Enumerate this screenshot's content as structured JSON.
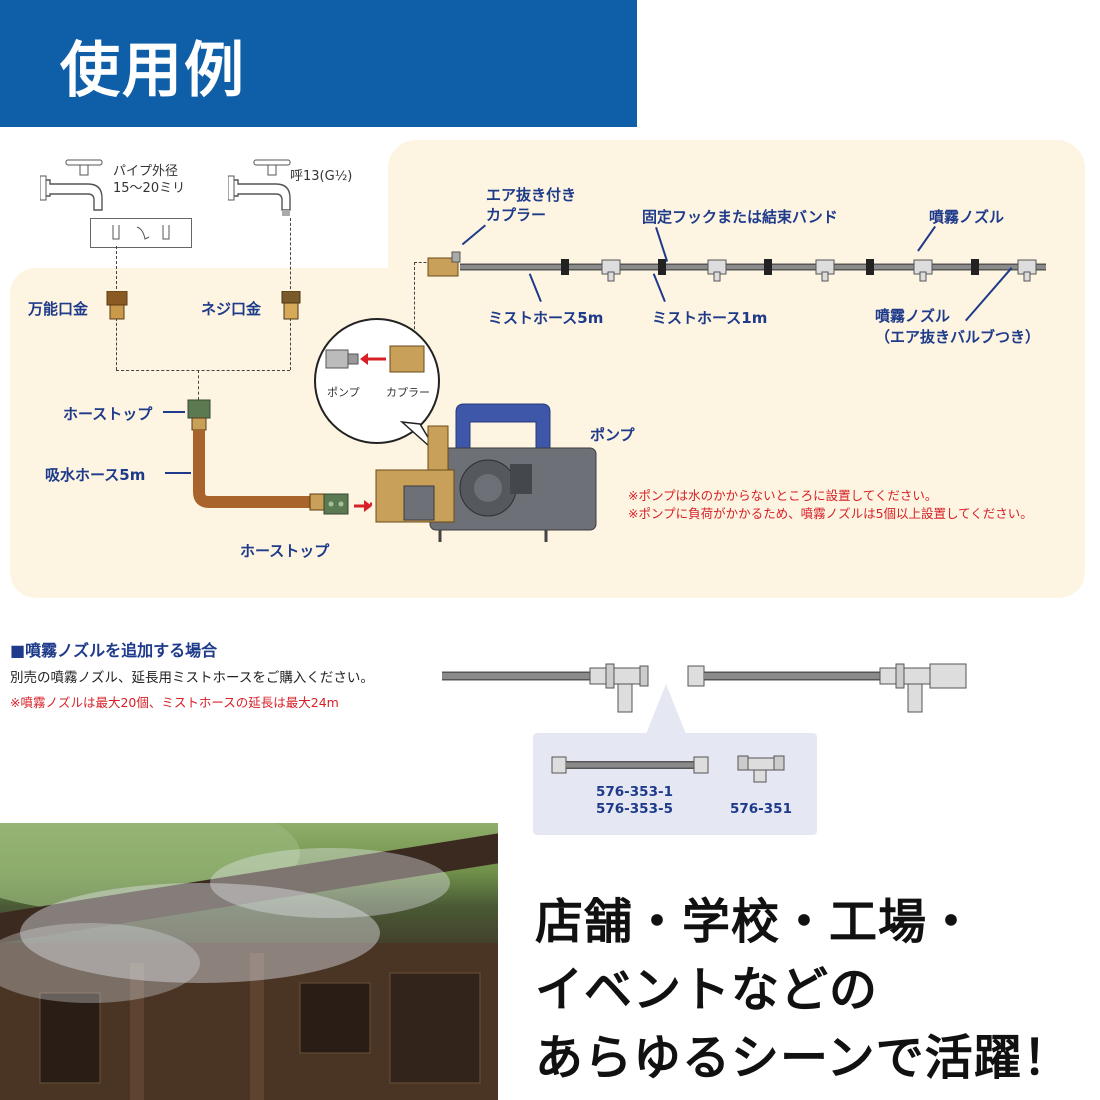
{
  "header": {
    "title": "使用例"
  },
  "faucets": {
    "left_label": "パイプ外径\n15〜20ミリ",
    "right_label": "呼13(G½)"
  },
  "fittings": {
    "universal": "万能口金",
    "screw": "ネジ口金",
    "hose_stop_top": "ホーストップ",
    "intake_hose": "吸水ホース5m",
    "hose_stop_bottom": "ホーストップ"
  },
  "line": {
    "air_coupler": "エア抜き付き\nカプラー",
    "fixing_hook": "固定フックまたは結束バンド",
    "mist_nozzle": "噴霧ノズル",
    "mist_hose_5m": "ミストホース5m",
    "mist_hose_1m": "ミストホース1m",
    "nozzle_valve": "噴霧ノズル\n（エア抜きバルブつき）"
  },
  "inset": {
    "pump": "ポンプ",
    "coupler": "カプラー"
  },
  "pump_label": "ポンプ",
  "notes": [
    "※ポンプは水のかからないところに設置してください。",
    "※ポンプに負荷がかかるため、噴霧ノズルは5個以上設置してください。"
  ],
  "addon": {
    "title": "■噴霧ノズルを追加する場合",
    "desc": "別売の噴霧ノズル、延長用ミストホースをご購入ください。",
    "limit": "※噴霧ノズルは最大20個、ミストホースの延長は最大24m"
  },
  "parts": {
    "hose_code_1": "576-353-1",
    "hose_code_5": "576-353-5",
    "nozzle_code": "576-351"
  },
  "slogan": {
    "line1": "店舗・学校・工場・",
    "line2": "イベントなどの",
    "line3": "あらゆるシーンで活躍！"
  },
  "colors": {
    "header": "#0f5fa8",
    "panel": "#fdf5e1",
    "label": "#1e3a8a",
    "note": "#d61f26",
    "pump_blue": "#3e57a8",
    "parts_box": "#e5e7f2"
  }
}
